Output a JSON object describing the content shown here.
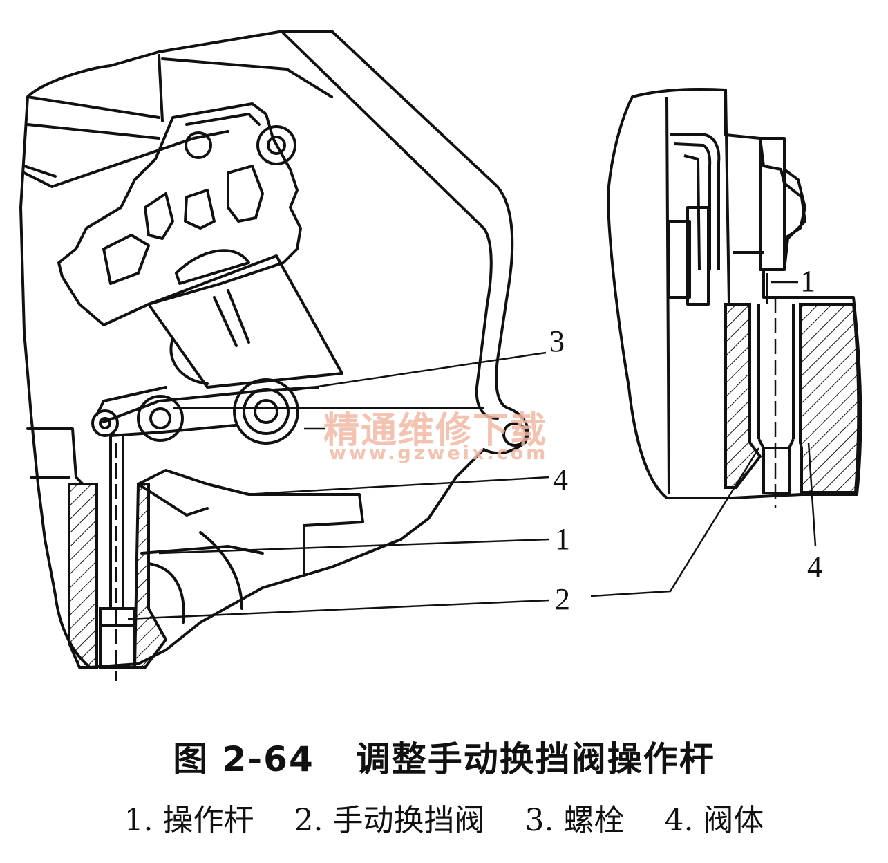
{
  "callouts": {
    "main_3": "3",
    "main_4": "4",
    "main_1": "1",
    "main_2": "2",
    "detail_1": "1",
    "detail_4": "4"
  },
  "watermark": {
    "text_cn": "精通维修下载",
    "url": "www.gzweix.com"
  },
  "caption": {
    "figure_number": "图 2-64",
    "title": "调整手动换挡阀操作杆"
  },
  "legend": [
    "1. 操作杆",
    "2. 手动换挡阀",
    "3. 螺栓",
    "4. 阀体"
  ],
  "colors": {
    "ink": "#111111",
    "watermark": "#f2b8a4"
  }
}
